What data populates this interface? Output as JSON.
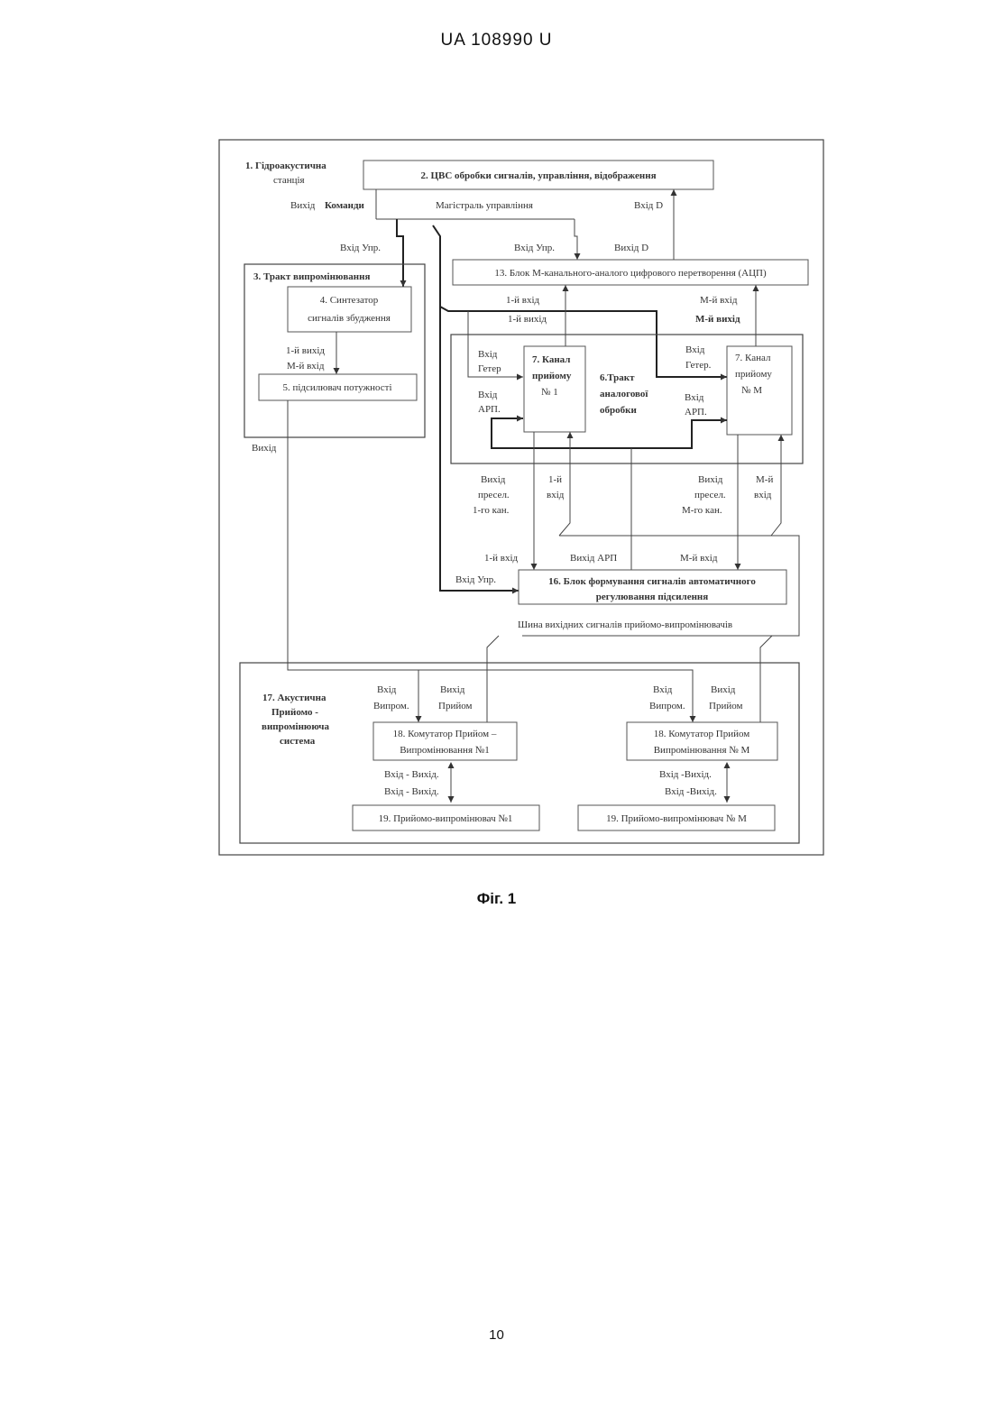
{
  "header": {
    "text": "UA   108990   U"
  },
  "caption": {
    "text": "Фіг. 1"
  },
  "page_number": {
    "text": "10"
  },
  "labels": {
    "station_1": "1. Гідроакустична",
    "station_2": "станція",
    "cvs": "2. ЦВС обробки сигналів, управління, відображення",
    "out_commands_a": "Вихід",
    "out_commands_b": "Команди",
    "control_bus": "Магістраль управління",
    "in_d_top": "Вхід D",
    "in_upr_left": "Вхід Упр.",
    "in_upr_mid": "Вхід Упр.",
    "out_d": "Вихід D",
    "emit_path": "3. Тракт випромінювання",
    "adc": "13. Блок М-канального-аналого цифрового перетворення (АЦП)",
    "synth_1": "4. Синтезатор",
    "synth_2": "сигналів збудження",
    "in_1_adc": "1-й вхід",
    "out_1_top": "1-й вихід",
    "in_m_adc": "М-й вхід",
    "out_m_top": "М-й вихід",
    "out_1_synth": "1-й вихід",
    "in_m_synth": "М-й вхід",
    "amplifier": "5. підсилювач потужності",
    "het_in_left_1": "Вхід",
    "het_in_left_2": "Гетер",
    "ch1_1": "7. Канал",
    "ch1_2": "прийому",
    "ch1_3": "№ 1",
    "analog_1": "6.Тракт",
    "analog_2": "аналогової",
    "analog_3": "обробки",
    "het_in_right_1": "Вхід",
    "het_in_right_2": "Гетер.",
    "chm_1": "7. Канал",
    "chm_2": "прийому",
    "chm_3": "№ М",
    "arp_in_left_1": "Вхід",
    "arp_in_left_2": "АРП.",
    "arp_in_right_1": "Вхід",
    "arp_in_right_2": "АРП.",
    "output_amp": "Вихід",
    "presel_1_1": "Вихід",
    "presel_1_2": "пресел.",
    "presel_1_3": "1-го кан.",
    "in_1_lower_1": "1-й",
    "in_1_lower_2": "вхід",
    "presel_m_1": "Вихід",
    "presel_m_2": "пресел.",
    "presel_m_3": "М-го кан.",
    "in_m_lower_1": "М-й",
    "in_m_lower_2": "вхід",
    "in_1_arp": "1-й вхід",
    "out_arp": "Вихід АРП",
    "in_m_arp": "М-й  вхід",
    "in_upr_arp": "Вхід Упр.",
    "arp_1": "16. Блок формування сигналів автоматичного",
    "arp_2": "регулювання підсилення",
    "bus_outputs": "Шина вихідних сигналів прийомо-випромінювачів",
    "acoustic_1": "17. Акустична",
    "acoustic_2": "Прийомо -",
    "acoustic_3": "випромінююча",
    "acoustic_4": "система",
    "sw1_in_emit_1": "Вхід",
    "sw1_in_emit_2": "Випром.",
    "sw1_out_recv_1": "Вихід",
    "sw1_out_recv_2": "Прийом",
    "swm_in_emit_1": "Вхід",
    "swm_in_emit_2": "Випром.",
    "swm_out_recv_1": "Вихід",
    "swm_out_recv_2": "Прийом",
    "sw1_1": "18. Комутатор Прийом –",
    "sw1_2": "Випромінювання №1",
    "swm_1": "18. Комутатор Прийом",
    "swm_2": "Випромінювання № М",
    "io1_a": "Вхід - Вихід.",
    "io1_b": "Вхід - Вихід.",
    "iom_a": "Вхід -Вихід.",
    "iom_b": "Вхід -Вихід.",
    "tr1": "19. Прийомо-випромінювач №1",
    "trm": "19. Прийомо-випромінювач № М"
  }
}
